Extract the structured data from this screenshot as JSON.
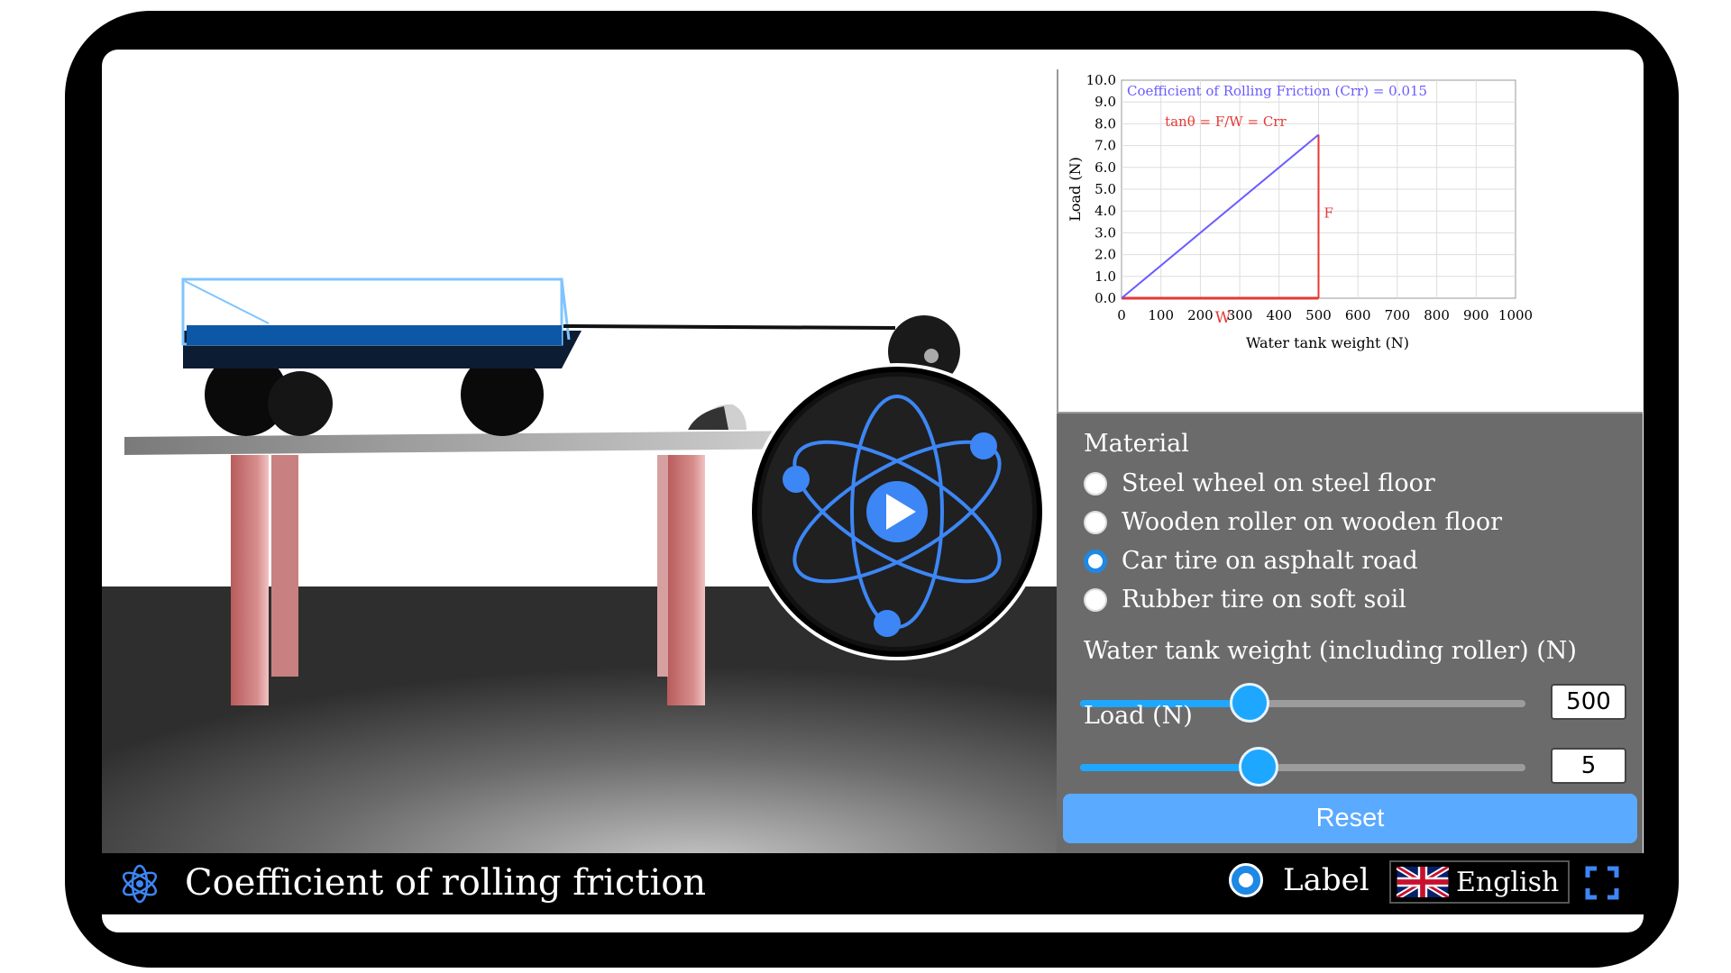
{
  "app": {
    "title": "Coefficient of rolling friction"
  },
  "chart_data": {
    "type": "line",
    "title": "Coefficient of Rolling Friction (Crr) = 0.015",
    "annotation_formula": "tanθ = F/W = Crr",
    "annotation_F": "F",
    "annotation_W": "W",
    "xlabel": "Water tank weight (N)",
    "ylabel": "Load (N)",
    "x_ticks": [
      "0",
      "100",
      "200",
      "300",
      "400",
      "500",
      "600",
      "700",
      "800",
      "900",
      "1000"
    ],
    "y_ticks": [
      "0.0",
      "1.0",
      "2.0",
      "3.0",
      "4.0",
      "5.0",
      "6.0",
      "7.0",
      "8.0",
      "9.0",
      "10.0"
    ],
    "xlim": [
      0,
      1000
    ],
    "ylim": [
      0,
      10
    ],
    "grid": true,
    "series": [
      {
        "x": [
          0,
          500
        ],
        "y": [
          0,
          7.5
        ],
        "color": "#6a5cff"
      }
    ],
    "f_line": {
      "x": 500,
      "y": [
        0,
        7.5
      ],
      "color": "#e53935"
    },
    "w_line": {
      "x": [
        0,
        500
      ],
      "y": 0,
      "color": "#e53935"
    }
  },
  "controls": {
    "material_heading": "Material",
    "materials": [
      {
        "label": "Steel wheel on steel floor",
        "checked": false
      },
      {
        "label": "Wooden roller on wooden floor",
        "checked": false
      },
      {
        "label": "Car tire on asphalt road",
        "checked": true
      },
      {
        "label": "Rubber tire on soft soil",
        "checked": false
      }
    ],
    "weight_slider": {
      "label": "Water tank weight (including roller) (N)",
      "value": "500",
      "fraction": 0.38
    },
    "load_slider": {
      "label": "Load (N)",
      "value": "5",
      "fraction": 0.4
    },
    "reset_label": "Reset"
  },
  "bottom_bar": {
    "label_toggle": "Label",
    "language": "English"
  },
  "colors": {
    "accent": "#1ea7ff",
    "panel_bg": "#6b6b6b",
    "reset_bg": "#5aaaff"
  }
}
